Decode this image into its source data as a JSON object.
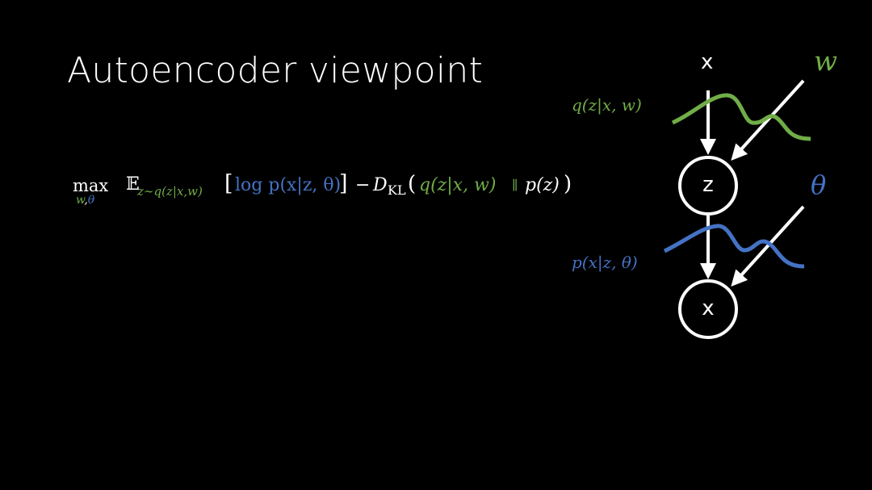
{
  "slide": {
    "title": "Autoencoder viewpoint"
  },
  "equation": {
    "max": "max",
    "max_sub": "w,θ",
    "expect": "𝔼",
    "expect_sub": "z∼q(z|x,w)",
    "lbracket": "[",
    "log_term": "log p(x|z, θ)",
    "rbracket": "]",
    "minus": "−",
    "D": "D",
    "KL": "KL",
    "lparen": "(",
    "q_arg": "q(z|x, w)",
    "parallel": "∥",
    "p_arg": "p(z)",
    "rparen": ")"
  },
  "diagram": {
    "top_input": "x",
    "latent_node": "z",
    "output_node": "x",
    "encoder_label": "q(z|x, w)",
    "decoder_label": "p(x|z, θ)",
    "encoder_param": "w",
    "decoder_param": "θ"
  },
  "colors": {
    "background": "#000000",
    "encoder": "#70ad47",
    "decoder": "#4472c4",
    "foreground": "#ffffff"
  }
}
